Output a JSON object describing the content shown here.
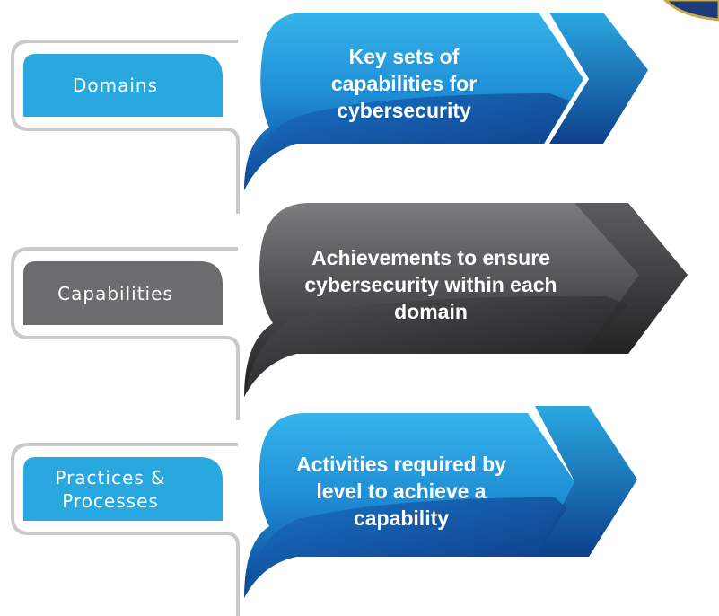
{
  "diagram": {
    "colors": {
      "blue_light": "#29a8e0",
      "blue_dark": "#0d3a86",
      "gray_light": "#6d6e70",
      "gray_dark": "#2b2b2c"
    },
    "rows": [
      {
        "tag_label": "Domains",
        "banner_text": "Key sets of capabilities for cybersecurity",
        "color": "blue"
      },
      {
        "tag_label": "Capabilities",
        "banner_text": "Achievements to ensure cybersecurity within each domain",
        "color": "gray"
      },
      {
        "tag_label": "Practices & Processes",
        "banner_text": "Activities required by level to achieve a capability",
        "color": "blue"
      }
    ]
  }
}
